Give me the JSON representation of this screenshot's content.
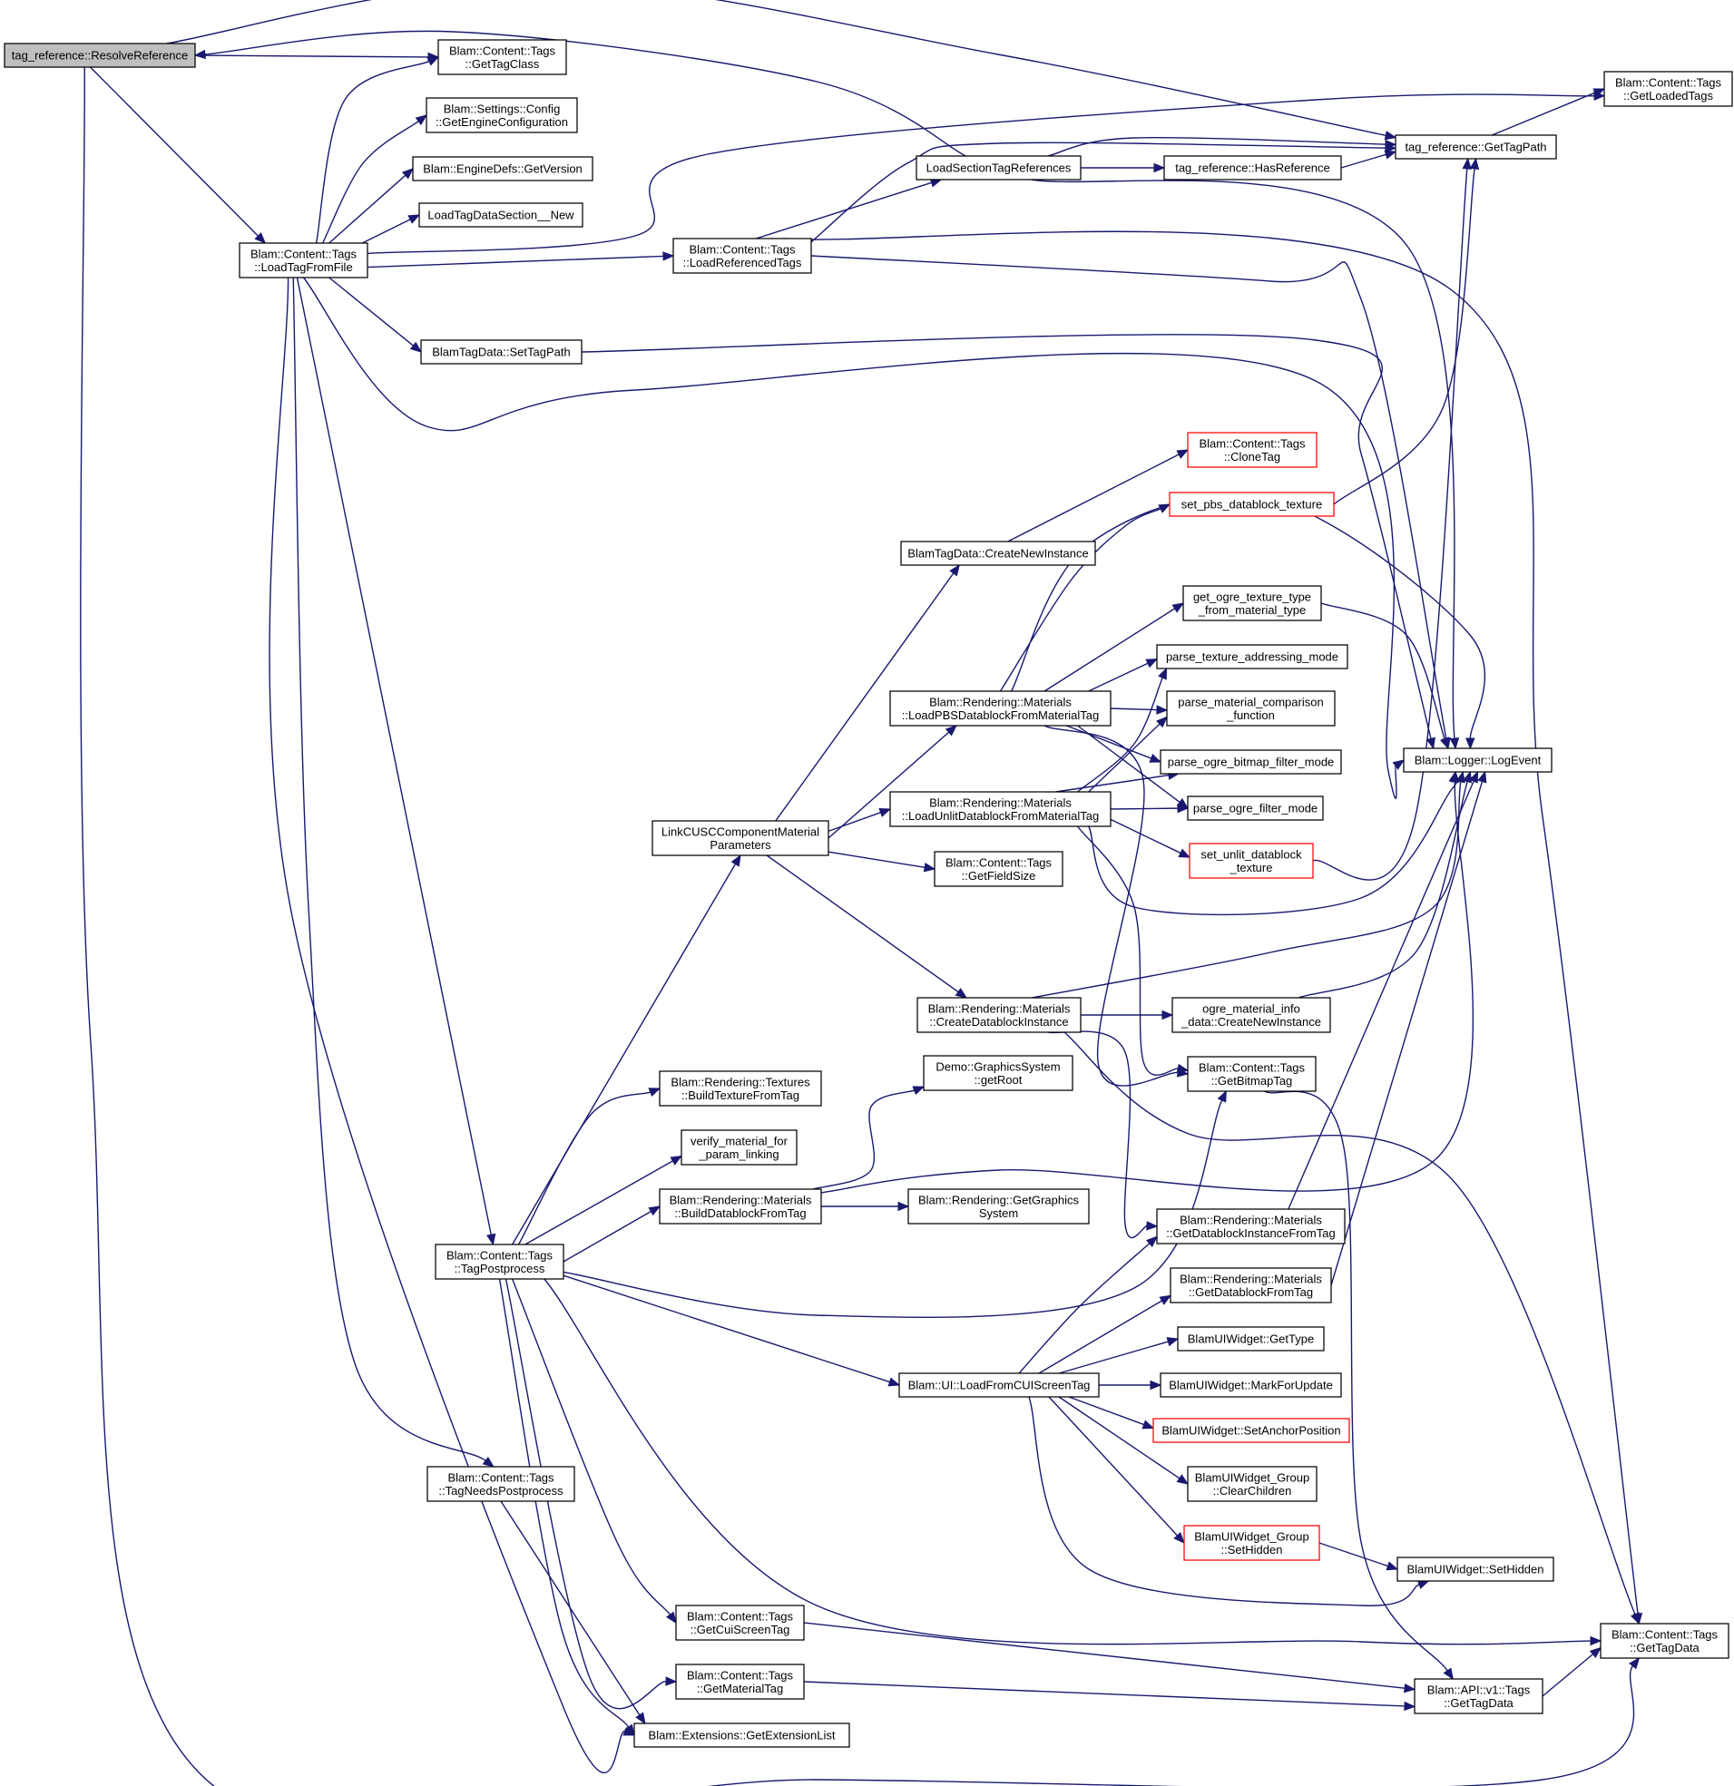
{
  "colors": {
    "edge": "#191970",
    "node_border": "#000000",
    "node_border_red": "#ff0000",
    "root_fill": "#bfbfbf",
    "node_fill": "#ffffff"
  },
  "diagram": {
    "nodes": [
      {
        "id": "n_resolve",
        "lines": [
          "tag_reference::ResolveReference"
        ],
        "style": "root"
      },
      {
        "id": "n_gettagclass",
        "lines": [
          "Blam::Content::Tags",
          "::GetTagClass"
        ],
        "style": "normal"
      },
      {
        "id": "n_getengcfg",
        "lines": [
          "Blam::Settings::Config",
          "::GetEngineConfiguration"
        ],
        "style": "normal"
      },
      {
        "id": "n_getversion",
        "lines": [
          "Blam::EngineDefs::GetVersion"
        ],
        "style": "normal"
      },
      {
        "id": "n_loadsecnew",
        "lines": [
          "LoadTagDataSection__New"
        ],
        "style": "normal"
      },
      {
        "id": "n_loadtagfromfile",
        "lines": [
          "Blam::Content::Tags",
          "::LoadTagFromFile"
        ],
        "style": "normal"
      },
      {
        "id": "n_loadreftags",
        "lines": [
          "Blam::Content::Tags",
          "::LoadReferencedTags"
        ],
        "style": "normal"
      },
      {
        "id": "n_loadsectagrefs",
        "lines": [
          "LoadSectionTagReferences"
        ],
        "style": "normal"
      },
      {
        "id": "n_hasref",
        "lines": [
          "tag_reference::HasReference"
        ],
        "style": "normal"
      },
      {
        "id": "n_gettagpath",
        "lines": [
          "tag_reference::GetTagPath"
        ],
        "style": "normal"
      },
      {
        "id": "n_getloadedtags",
        "lines": [
          "Blam::Content::Tags",
          "::GetLoadedTags"
        ],
        "style": "normal"
      },
      {
        "id": "n_settagpath",
        "lines": [
          "BlamTagData::SetTagPath"
        ],
        "style": "normal"
      },
      {
        "id": "n_clonetag",
        "lines": [
          "Blam::Content::Tags",
          "::CloneTag"
        ],
        "style": "red"
      },
      {
        "id": "n_setpbs",
        "lines": [
          "set_pbs_datablock_texture"
        ],
        "style": "red"
      },
      {
        "id": "n_createnewinst",
        "lines": [
          "BlamTagData::CreateNewInstance"
        ],
        "style": "normal"
      },
      {
        "id": "n_getogretextype",
        "lines": [
          "get_ogre_texture_type",
          "_from_material_type"
        ],
        "style": "normal"
      },
      {
        "id": "n_parsetexaddr",
        "lines": [
          "parse_texture_addressing_mode"
        ],
        "style": "normal"
      },
      {
        "id": "n_parsematcmp",
        "lines": [
          "parse_material_comparison",
          "_function"
        ],
        "style": "normal"
      },
      {
        "id": "n_loadpbs",
        "lines": [
          "Blam::Rendering::Materials",
          "::LoadPBSDatablockFromMaterialTag"
        ],
        "style": "normal"
      },
      {
        "id": "n_parsebitmapfilter",
        "lines": [
          "parse_ogre_bitmap_filter_mode"
        ],
        "style": "normal"
      },
      {
        "id": "n_logevent",
        "lines": [
          "Blam::Logger::LogEvent"
        ],
        "style": "normal"
      },
      {
        "id": "n_parseogrefilter",
        "lines": [
          "parse_ogre_filter_mode"
        ],
        "style": "normal"
      },
      {
        "id": "n_loadunlit",
        "lines": [
          "Blam::Rendering::Materials",
          "::LoadUnlitDatablockFromMaterialTag"
        ],
        "style": "normal"
      },
      {
        "id": "n_linkcusc",
        "lines": [
          "LinkCUSCComponentMaterial",
          "Parameters"
        ],
        "style": "normal"
      },
      {
        "id": "n_setunlit",
        "lines": [
          "set_unlit_datablock",
          "_texture"
        ],
        "style": "red"
      },
      {
        "id": "n_getfieldsize",
        "lines": [
          "Blam::Content::Tags",
          "::GetFieldSize"
        ],
        "style": "normal"
      },
      {
        "id": "n_createdbinst",
        "lines": [
          "Blam::Rendering::Materials",
          "::CreateDatablockInstance"
        ],
        "style": "normal"
      },
      {
        "id": "n_ogrematinfo",
        "lines": [
          "ogre_material_info",
          "_data::CreateNewInstance"
        ],
        "style": "normal"
      },
      {
        "id": "n_getbitmaptag",
        "lines": [
          "Blam::Content::Tags",
          "::GetBitmapTag"
        ],
        "style": "normal"
      },
      {
        "id": "n_buildtexture",
        "lines": [
          "Blam::Rendering::Textures",
          "::BuildTextureFromTag"
        ],
        "style": "normal"
      },
      {
        "id": "n_demoroot",
        "lines": [
          "Demo::GraphicsSystem",
          "::getRoot"
        ],
        "style": "normal"
      },
      {
        "id": "n_verifymat",
        "lines": [
          "verify_material_for",
          "_param_linking"
        ],
        "style": "normal"
      },
      {
        "id": "n_builddb",
        "lines": [
          "Blam::Rendering::Materials",
          "::BuildDatablockFromTag"
        ],
        "style": "normal"
      },
      {
        "id": "n_getgfx",
        "lines": [
          "Blam::Rendering::GetGraphics",
          "System"
        ],
        "style": "normal"
      },
      {
        "id": "n_getdbinstfromtag",
        "lines": [
          "Blam::Rendering::Materials",
          "::GetDatablockInstanceFromTag"
        ],
        "style": "normal"
      },
      {
        "id": "n_tagpostprocess",
        "lines": [
          "Blam::Content::Tags",
          "::TagPostprocess"
        ],
        "style": "normal"
      },
      {
        "id": "n_getdbfromtag",
        "lines": [
          "Blam::Rendering::Materials",
          "::GetDatablockFromTag"
        ],
        "style": "normal"
      },
      {
        "id": "n_widgetgettype",
        "lines": [
          "BlamUIWidget::GetType"
        ],
        "style": "normal"
      },
      {
        "id": "n_loadcui",
        "lines": [
          "Blam::UI::LoadFromCUIScreenTag"
        ],
        "style": "normal"
      },
      {
        "id": "n_markforupdate",
        "lines": [
          "BlamUIWidget::MarkForUpdate"
        ],
        "style": "normal"
      },
      {
        "id": "n_setanchor",
        "lines": [
          "BlamUIWidget::SetAnchorPosition"
        ],
        "style": "red"
      },
      {
        "id": "n_tagneedspp",
        "lines": [
          "Blam::Content::Tags",
          "::TagNeedsPostprocess"
        ],
        "style": "normal"
      },
      {
        "id": "n_groupclear",
        "lines": [
          "BlamUIWidget_Group",
          "::ClearChildren"
        ],
        "style": "normal"
      },
      {
        "id": "n_groupsethidden",
        "lines": [
          "BlamUIWidget_Group",
          "::SetHidden"
        ],
        "style": "red"
      },
      {
        "id": "n_widgetsethidden",
        "lines": [
          "BlamUIWidget::SetHidden"
        ],
        "style": "normal"
      },
      {
        "id": "n_getcuiscreen",
        "lines": [
          "Blam::Content::Tags",
          "::GetCuiScreenTag"
        ],
        "style": "normal"
      },
      {
        "id": "n_gettagdata",
        "lines": [
          "Blam::Content::Tags",
          "::GetTagData"
        ],
        "style": "normal"
      },
      {
        "id": "n_getmaterialtag",
        "lines": [
          "Blam::Content::Tags",
          "::GetMaterialTag"
        ],
        "style": "normal"
      },
      {
        "id": "n_apigettagdata",
        "lines": [
          "Blam::API::v1::Tags",
          "::GetTagData"
        ],
        "style": "normal"
      },
      {
        "id": "n_getextlist",
        "lines": [
          "Blam::Extensions::GetExtensionList"
        ],
        "style": "normal"
      }
    ]
  }
}
